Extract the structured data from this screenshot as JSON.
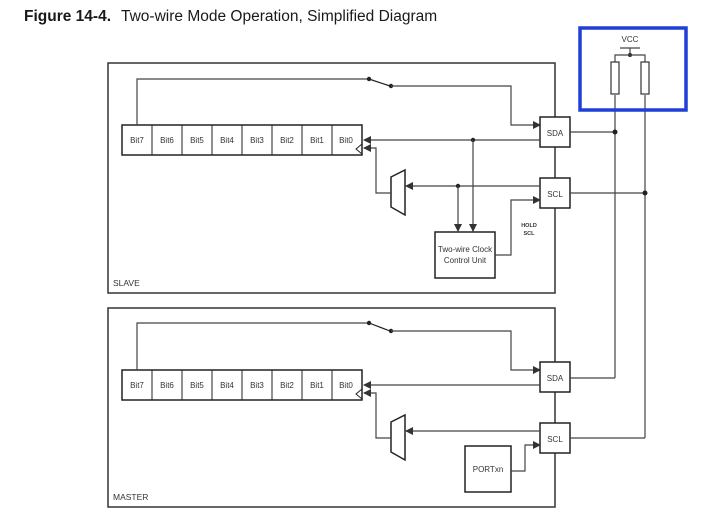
{
  "figure": {
    "number": "Figure 14-4.",
    "caption": "Two-wire Mode Operation, Simplified Diagram"
  },
  "highlight": {
    "color": "#1f3fd6",
    "label": "VCC"
  },
  "slave": {
    "label": "SLAVE",
    "bits": [
      "Bit7",
      "Bit6",
      "Bit5",
      "Bit4",
      "Bit3",
      "Bit2",
      "Bit1",
      "Bit0"
    ],
    "sda": "SDA",
    "scl": "SCL",
    "clock_unit": [
      "Two-wire Clock",
      "Control Unit"
    ],
    "hold": [
      "HOLD",
      "SCL"
    ]
  },
  "master": {
    "label": "MASTER",
    "bits": [
      "Bit7",
      "Bit6",
      "Bit5",
      "Bit4",
      "Bit3",
      "Bit2",
      "Bit1",
      "Bit0"
    ],
    "sda": "SDA",
    "scl": "SCL",
    "port": "PORTxn"
  }
}
